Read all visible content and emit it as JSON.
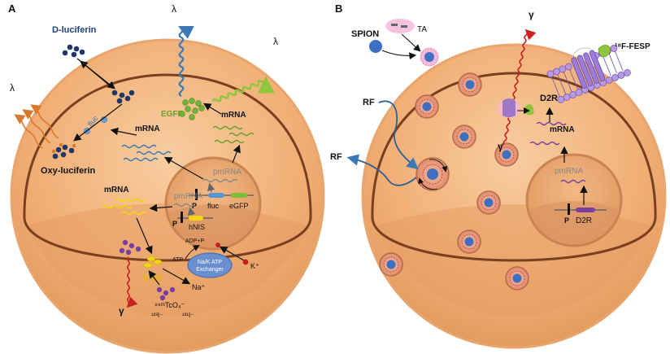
{
  "panels": {
    "a": {
      "letter": "A",
      "d_luciferin": "D-luciferin",
      "fluc_enzyme": "fluc",
      "oxy_luciferin": "Oxy-luciferin",
      "egfp_protein": "EGFP",
      "mrna_top_left": "mRNA",
      "mrna_top_right": "mRNA",
      "mrna_cytoplasm": "mRNA",
      "pmrna_upper": "pmRNA",
      "pmrna_lower": "pmRNA",
      "promoter_upper": "P",
      "promoter_lower": "P",
      "gene_fluc": "fluc",
      "gene_egfp": "eGFP",
      "gene_hnis": "hNIS",
      "hnis_protein": "hNIS",
      "adp_p": "ADP+P",
      "atp": "ATP",
      "pump_line1": "Na/K ATP",
      "pump_line2": "Exchanger",
      "k_ion": "K⁺",
      "na_ion": "Na⁺",
      "tco4": "⁹⁹ᵐTcO₄⁻",
      "i123": "¹²³I⁻",
      "i131": "¹³¹I⁻",
      "lambda_1": "λ",
      "lambda_2": "λ",
      "lambda_3": "λ",
      "gamma": "γ"
    },
    "b": {
      "letter": "B",
      "spion": "SPION",
      "ta": "TA",
      "rf_in": "RF",
      "rf_out": "RF",
      "gamma_top": "γ",
      "gamma_bottom": "γ",
      "fesp": "¹⁸F-FESP",
      "d2r_protein": "D2R",
      "mrna": "mRNA",
      "pmrna": "pmRNA",
      "promoter": "P",
      "gene_d2r": "D2R"
    }
  },
  "colors": {
    "cell": "#f2b37c",
    "nucleus": "#e9a772",
    "outline": "#7a3e22",
    "blue_wave": "#3b78b6",
    "green_wave": "#8fc63e",
    "orange_wave": "#d9772a",
    "red_wave": "#cc2020",
    "purple": "#7b3fa0",
    "yellow": "#f3d21a",
    "pump": "#6a8fd0"
  }
}
